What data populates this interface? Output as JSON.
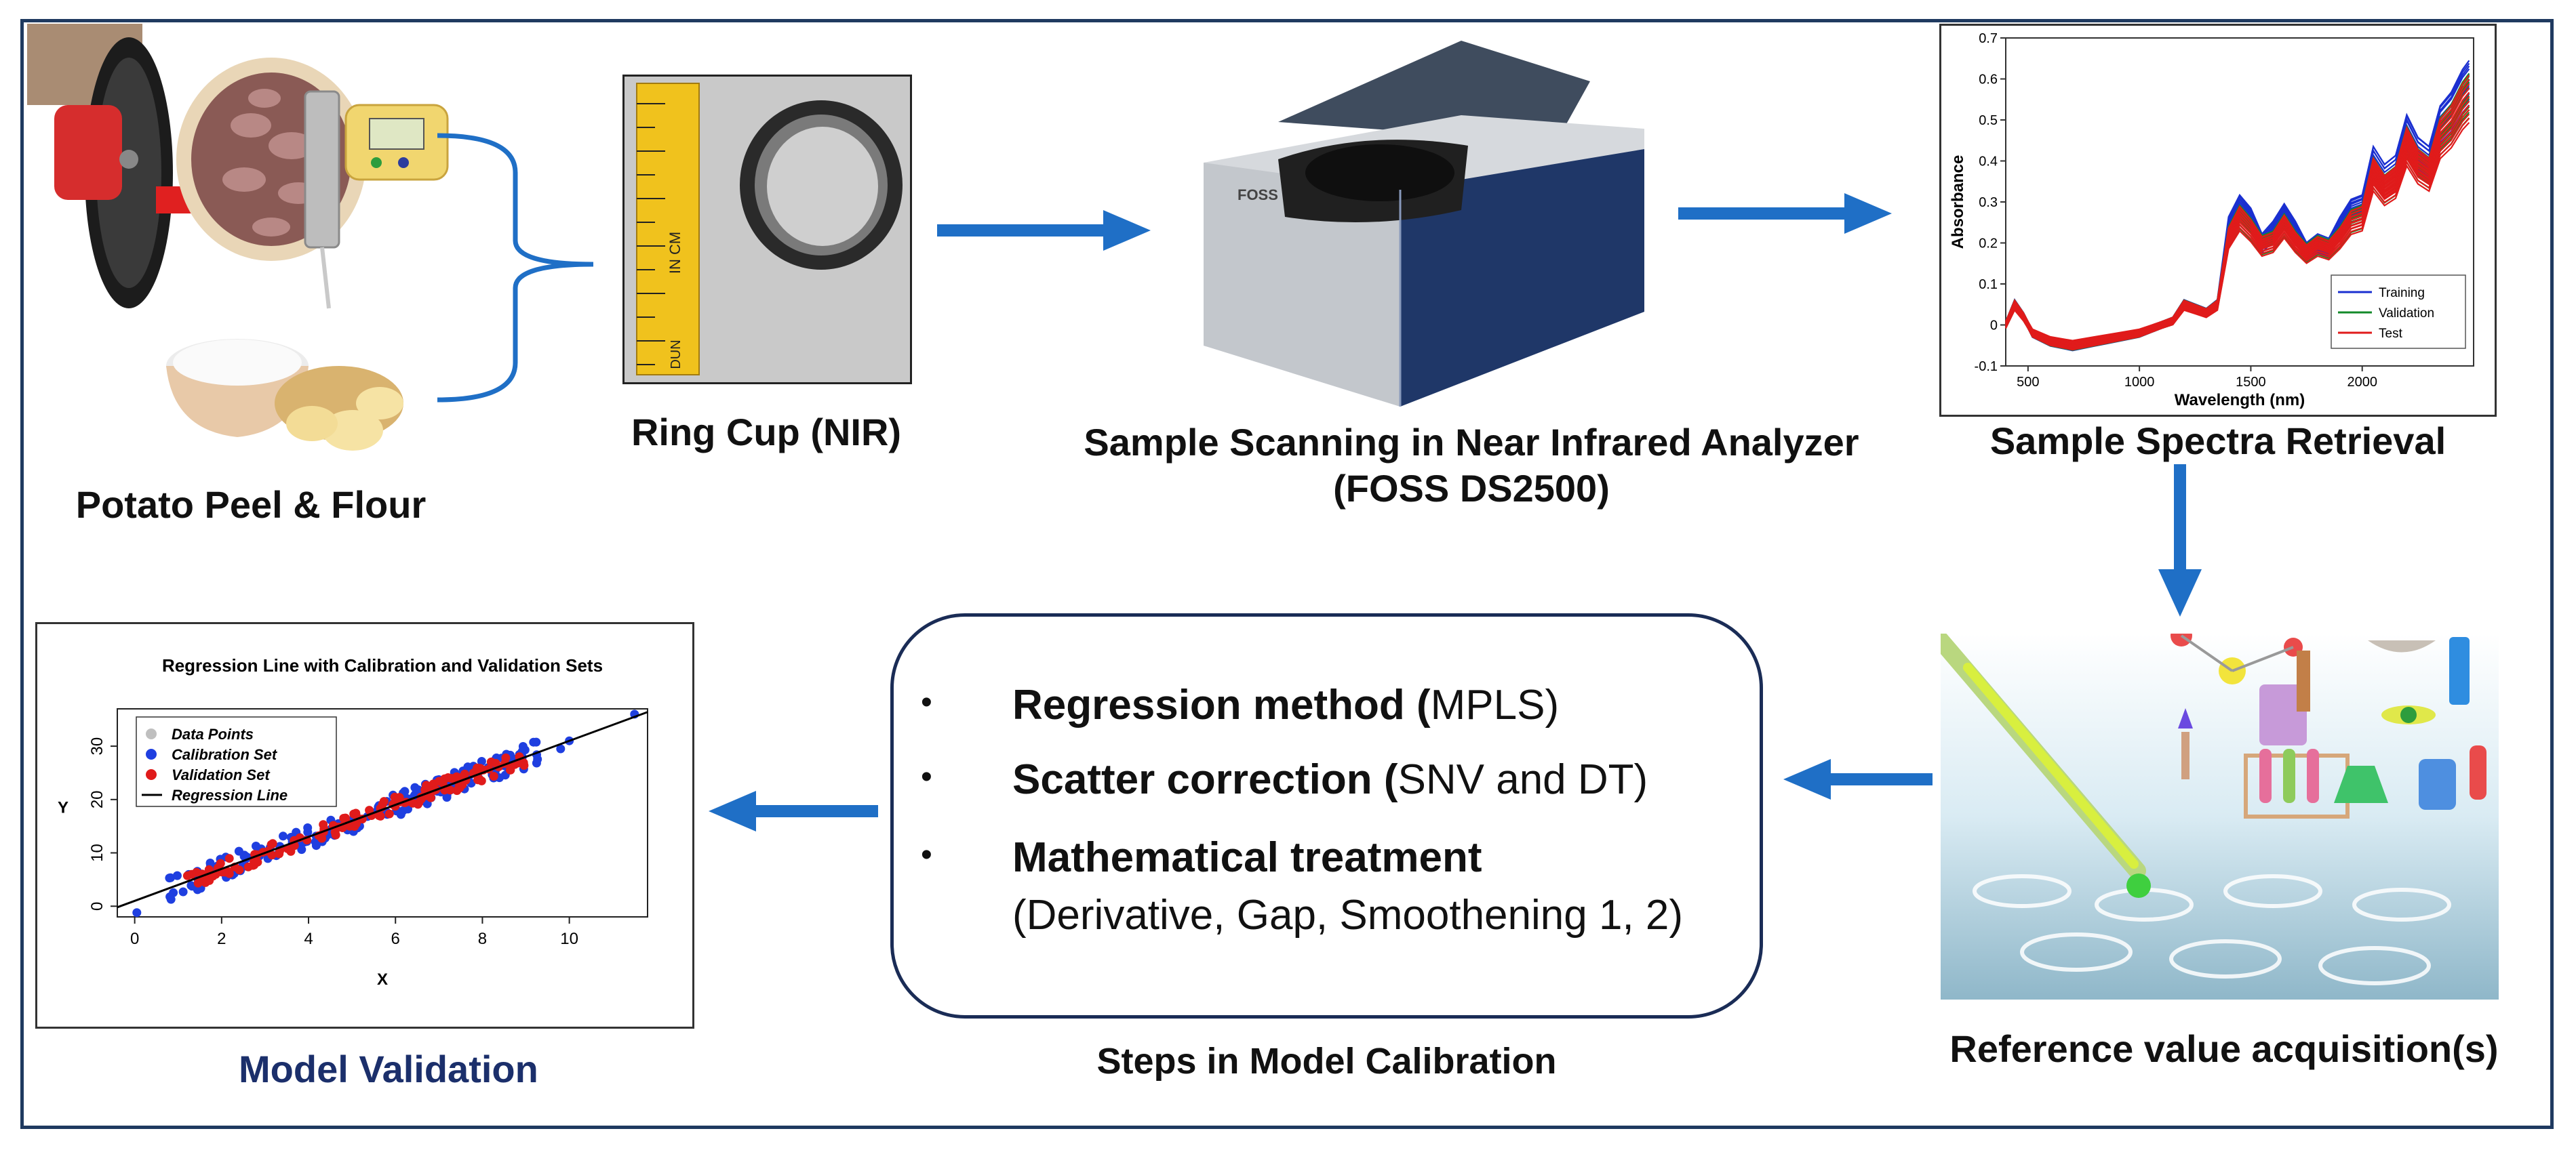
{
  "labels": {
    "potato": "Potato Peel & Flour",
    "ring_cup": "Ring Cup (NIR)",
    "scan_line1": "Sample Scanning in Near Infrared Analyzer",
    "scan_line2": "(FOSS DS2500)",
    "spectra": "Sample Spectra Retrieval",
    "reference": "Reference value acquisition(s)",
    "steps": "Steps in Model Calibration",
    "validation": "Model Validation"
  },
  "calibration_steps": [
    {
      "bold": "Regression method (",
      "normal": "MPLS)"
    },
    {
      "bold": "Scatter correction (",
      "normal": "SNV and DT)"
    },
    {
      "bold": "Mathematical treatment",
      "normal": ""
    },
    {
      "bold": "",
      "normal": "(Derivative, Gap, Smoothening 1, 2)"
    }
  ],
  "ruler": {
    "brand": "DUN",
    "unit": "IN CM"
  },
  "analyzer_brand": "FOSS",
  "colors": {
    "frame": "#1f3a60",
    "arrow": "#1f6fc6",
    "validation_title": "#1b2f6b",
    "box_border": "#1a2c56"
  },
  "spectra_chart": {
    "type": "line",
    "xlabel": "Wavelength (nm)",
    "ylabel": "Absorbance",
    "xticks": [
      "500",
      "1000",
      "1500",
      "2000"
    ],
    "yticks": [
      "-0.1",
      "0",
      "0.1",
      "0.2",
      "0.3",
      "0.4",
      "0.5",
      "0.6",
      "0.7"
    ],
    "xlim": [
      400,
      2500
    ],
    "ylim": [
      -0.1,
      0.7
    ],
    "legend": [
      "Training",
      "Validation",
      "Test"
    ],
    "legend_colors": [
      "#1a2fd0",
      "#138a2a",
      "#e01b1b"
    ],
    "mean_profile": {
      "x": [
        400,
        440,
        480,
        520,
        600,
        700,
        800,
        900,
        1000,
        1100,
        1150,
        1200,
        1250,
        1300,
        1350,
        1400,
        1450,
        1500,
        1550,
        1600,
        1650,
        1700,
        1750,
        1800,
        1850,
        1900,
        1950,
        2000,
        2050,
        2100,
        2150,
        2200,
        2250,
        2300,
        2350,
        2400,
        2450,
        2480
      ],
      "y": [
        0.0,
        0.05,
        0.02,
        -0.02,
        -0.04,
        -0.05,
        -0.04,
        -0.03,
        -0.02,
        0.0,
        0.01,
        0.05,
        0.04,
        0.03,
        0.05,
        0.22,
        0.27,
        0.24,
        0.2,
        0.21,
        0.25,
        0.21,
        0.18,
        0.2,
        0.19,
        0.22,
        0.26,
        0.27,
        0.38,
        0.34,
        0.36,
        0.45,
        0.4,
        0.38,
        0.47,
        0.5,
        0.55,
        0.57
      ]
    }
  },
  "regression_chart": {
    "type": "scatter",
    "title": "Regression Line with Calibration and Validation Sets",
    "xlabel": "X",
    "ylabel": "Y",
    "xticks": [
      "0",
      "2",
      "4",
      "6",
      "8",
      "10"
    ],
    "yticks": [
      "0",
      "10",
      "20",
      "30"
    ],
    "xlim": [
      -0.4,
      11.8
    ],
    "ylim": [
      -2,
      37
    ],
    "legend": [
      "Data Points",
      "Calibration Set",
      "Validation Set",
      "Regression Line"
    ],
    "legend_colors": [
      "#9a9a9a",
      "#1f3fe0",
      "#e01b1b",
      "#000000"
    ],
    "regression_line": {
      "slope": 3.0,
      "intercept": 1.0
    }
  }
}
